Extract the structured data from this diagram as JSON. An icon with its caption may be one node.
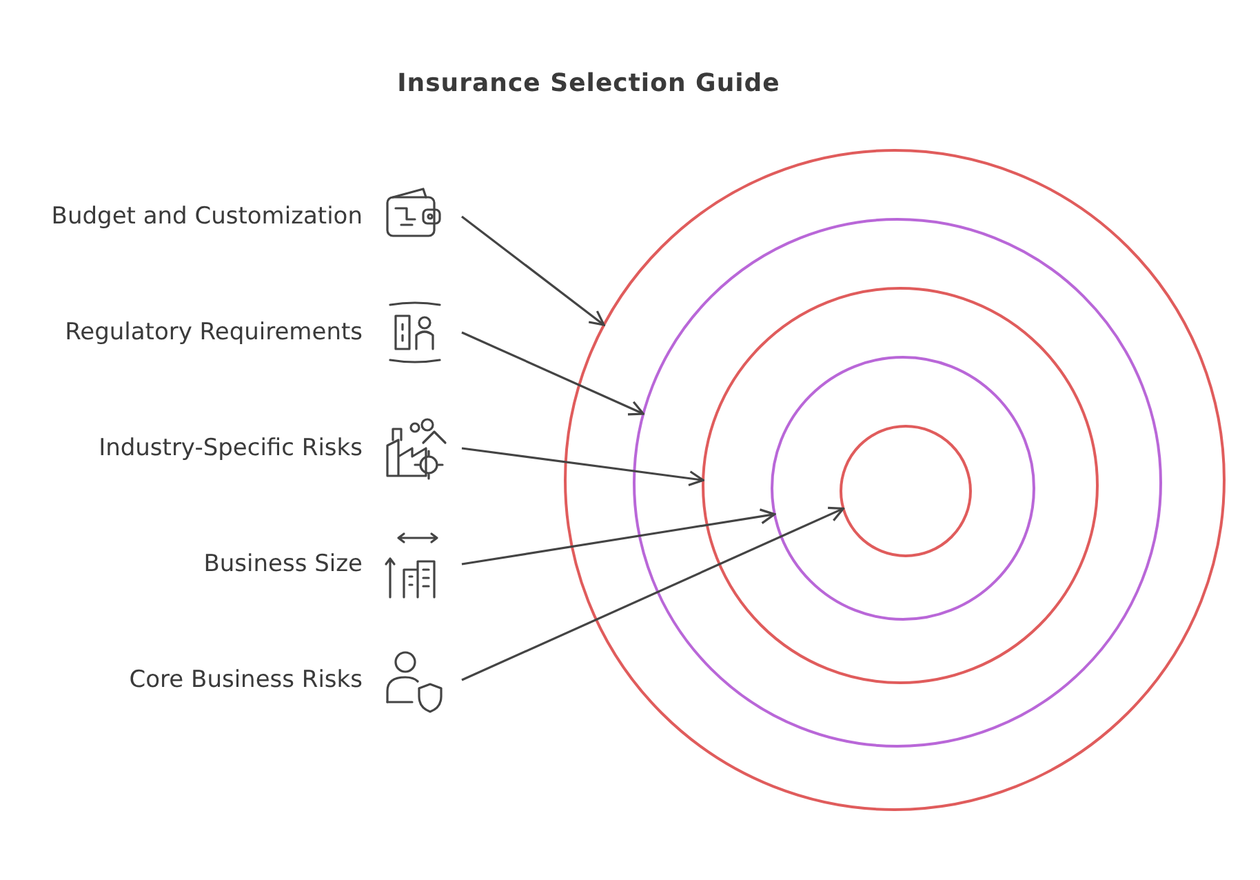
{
  "diagram": {
    "title": "Insurance Selection Guide",
    "nodes": [
      {
        "text": [
          "Budget and Customization"
        ]
      },
      {
        "text": [
          "Regulatory Requirements"
        ]
      },
      {
        "text": [
          "Industry-Specific Risks"
        ]
      },
      {
        "text": [
          "Business Size"
        ]
      },
      {
        "text": [
          "Core Business Risks"
        ]
      },
      {
        "text": [],
        "shape": "circle"
      },
      {
        "text": [],
        "shape": "circle",
        "in": 5
      },
      {
        "text": [],
        "shape": "circle",
        "in": 6
      },
      {
        "text": [],
        "shape": "circle",
        "in": 7
      },
      {
        "text": [],
        "shape": "circle",
        "in": 8
      }
    ],
    "edges": [
      {
        "from": 0,
        "to": 5,
        "arrow": "to"
      },
      {
        "from": 1,
        "to": 6,
        "arrow": "to"
      },
      {
        "from": 2,
        "to": 7,
        "arrow": "to"
      },
      {
        "from": 3,
        "to": 8,
        "arrow": "to"
      },
      {
        "from": 4,
        "to": 9,
        "arrow": "to"
      }
    ]
  }
}
